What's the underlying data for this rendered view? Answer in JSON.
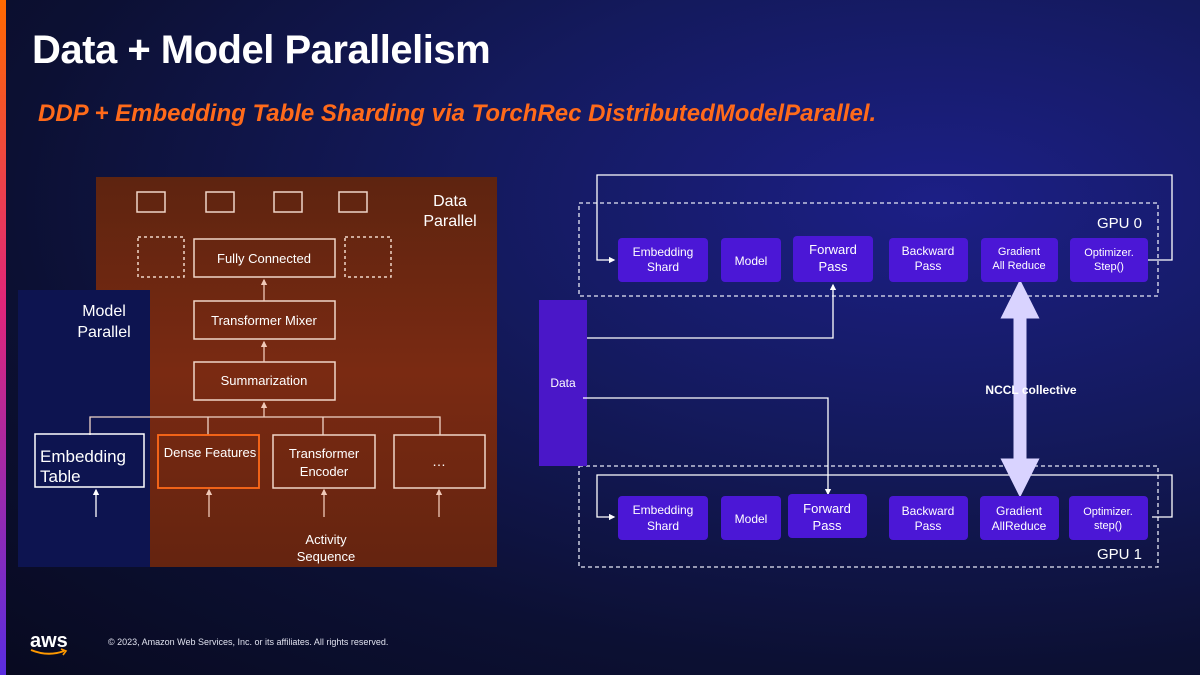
{
  "slide": {
    "title": "Data + Model Parallelism",
    "subtitle": "DDP + Embedding Table Sharding via TorchRec DistributedModelParallel.",
    "footer": "© 2023, Amazon Web Services, Inc. or its affiliates. All rights reserved.",
    "logo_text": "aws"
  },
  "left_diagram": {
    "data_parallel_label_1": "Data",
    "data_parallel_label_2": "Parallel",
    "model_parallel_label_1": "Model",
    "model_parallel_label_2": "Parallel",
    "fully_connected": "Fully Connected",
    "transformer_mixer": "Transformer Mixer",
    "summarization": "Summarization",
    "embedding_table_1": "Embedding",
    "embedding_table_2": "Table",
    "dense_features": "Dense Features",
    "transformer_encoder_1": "Transformer",
    "transformer_encoder_2": "Encoder",
    "ellipsis": "…",
    "activity_sequence_1": "Activity",
    "activity_sequence_2": "Sequence"
  },
  "right_diagram": {
    "gpu0_label": "GPU 0",
    "gpu1_label": "GPU 1",
    "data_label": "Data",
    "nccl_label": "NCCL collective",
    "gpu0": {
      "embedding_shard_1": "Embedding",
      "embedding_shard_2": "Shard",
      "model": "Model",
      "forward_pass_1": "Forward",
      "forward_pass_2": "Pass",
      "backward_pass_1": "Backward",
      "backward_pass_2": "Pass",
      "gradient_1": "Gradient",
      "gradient_2": "All Reduce",
      "optimizer_1": "Optimizer.",
      "optimizer_2": "Step()"
    },
    "gpu1": {
      "embedding_shard_1": "Embedding",
      "embedding_shard_2": "Shard",
      "model": "Model",
      "forward_pass_1": "Forward",
      "forward_pass_2": "Pass",
      "backward_pass_1": "Backward",
      "backward_pass_2": "Pass",
      "gradient_1": "Gradient",
      "gradient_2": "AllReduce",
      "optimizer_1": "Optimizer.",
      "optimizer_2": "step()"
    }
  },
  "colors": {
    "accent_orange": "#ff6a1a",
    "panel_brown": "#6a2410",
    "model_panel_navy": "#0d1450",
    "node_purple": "#4b17d6",
    "data_purple": "#4a17c8",
    "nccl_lavender": "#c9c2ff"
  }
}
